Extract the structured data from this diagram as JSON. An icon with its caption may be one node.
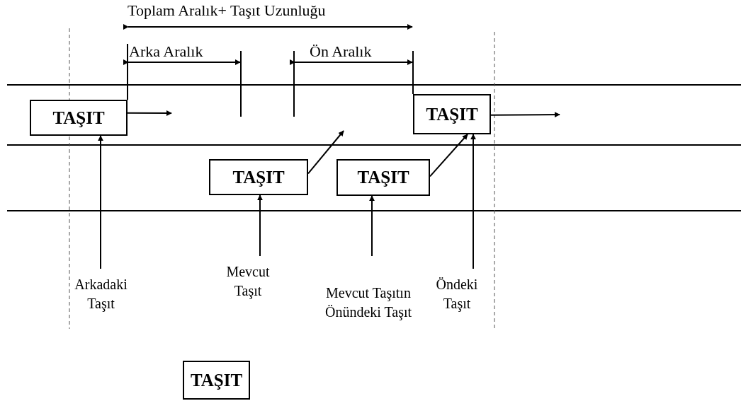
{
  "diagram": {
    "nodes": [
      {
        "text": [
          "TAŞIT"
        ]
      },
      {
        "text": [
          "TAŞIT"
        ]
      },
      {
        "text": [
          "TAŞIT"
        ]
      },
      {
        "text": [
          "TAŞIT"
        ]
      },
      {
        "text": [
          "TAŞIT"
        ]
      },
      {
        "text": [
          "Arkadaki Taşıt"
        ]
      },
      {
        "text": [
          "Mevcut Taşıt"
        ]
      },
      {
        "text": [
          "Mevcut Taşıtın Önündeki Taşıt"
        ]
      },
      {
        "text": [
          "Öndeki Taşıt"
        ]
      }
    ],
    "edges": [
      {
        "from": 0,
        "to": null,
        "arrow": "to"
      },
      {
        "from": 1,
        "to": null,
        "arrow": "to"
      },
      {
        "from": 2,
        "to": null,
        "arrow": "to"
      },
      {
        "from": 3,
        "to": 1,
        "arrow": "to"
      },
      {
        "from": 5,
        "to": 0,
        "arrow": "to"
      },
      {
        "from": 6,
        "to": 2,
        "arrow": "to"
      },
      {
        "from": 7,
        "to": 3,
        "arrow": "to"
      },
      {
        "from": 8,
        "to": 1,
        "arrow": "to"
      }
    ],
    "labels": [
      "Toplam Aralık+ Taşıt Uzunluğu",
      "Arka Aralık",
      "Ön Aralık"
    ]
  }
}
